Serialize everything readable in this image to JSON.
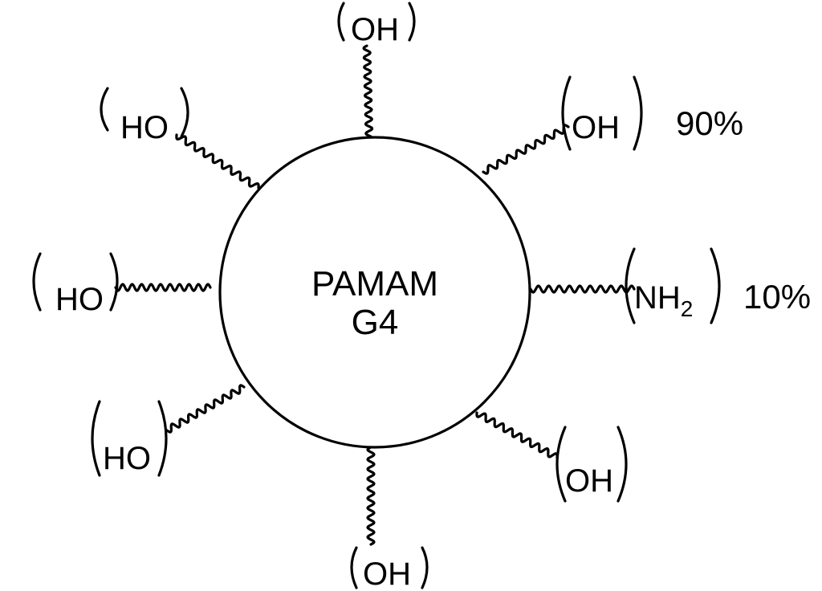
{
  "core": {
    "line1": "PAMAM",
    "line2": "G4"
  },
  "groups": {
    "top": "OH",
    "top_right": "OH",
    "right_main": "NH",
    "right_sub": "2",
    "bottom_right": "OH",
    "bottom": "OH",
    "bottom_left": "HO",
    "left": "HO",
    "top_left": "HO"
  },
  "labels": {
    "oh_percent": "90%",
    "nh2_percent": "10%"
  },
  "colors": {
    "ink": "#000000",
    "background": "#ffffff"
  }
}
